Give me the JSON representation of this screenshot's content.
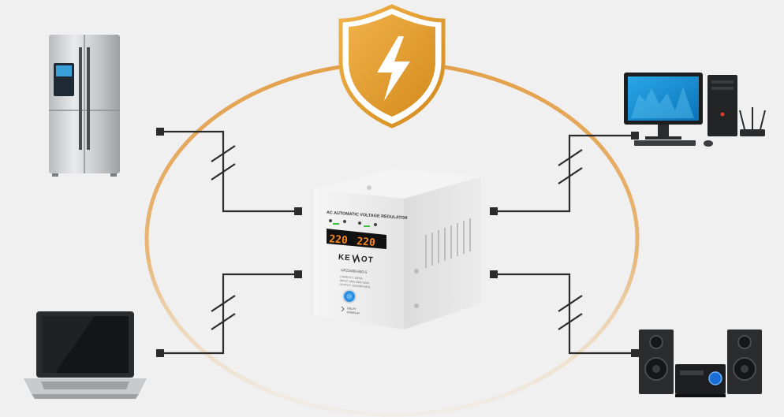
{
  "device": {
    "panel_title": "AC AUTOMATIC VOLTAGE REGULATOR",
    "left_display": "220",
    "right_display": "220",
    "brand_prefix": "KE",
    "brand_suffix": "OT",
    "model": "URZ3409-500-S",
    "spec_capacity": "CAPACITY: 500VA",
    "spec_input": "INPUT: 140V-260V 50Hz",
    "spec_output": "OUTPUT: 220V±8% 50Hz",
    "delay_label": "DELAY",
    "nodelay_label": "UNDELAY"
  },
  "colors": {
    "shield": "#e09a2c",
    "ring": "#e3a04a",
    "display_digits": "#ff8a1e",
    "button": "#2a8fe0"
  }
}
